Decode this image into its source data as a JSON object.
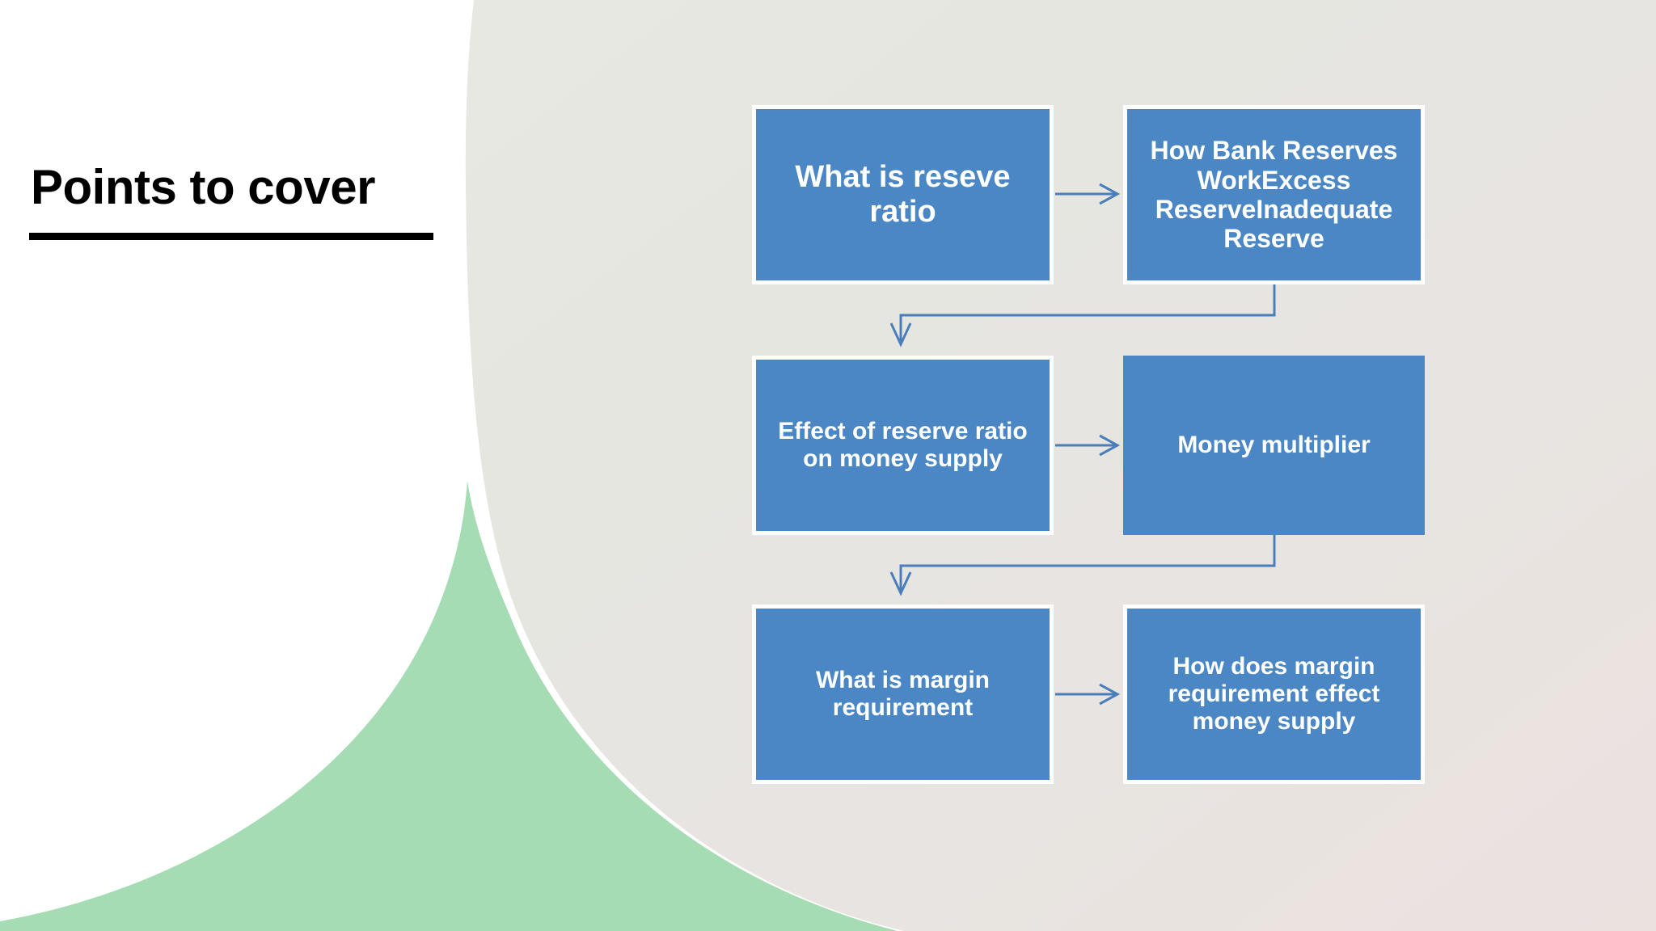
{
  "slide": {
    "title": "Points to cover",
    "background": {
      "left_panel_color": "#FFFFFF",
      "panel_color_top": "#E6E6E0",
      "panel_color_bottom": "#EBE3E1",
      "accent_shape_color": "#A5DCB4"
    },
    "node_fill_color": "#4A87C4",
    "node_text_color": "#FFFFFF",
    "connector_color": "#4A7EBB"
  },
  "chart_data": {
    "type": "diagram",
    "title": "Points to cover",
    "layout": "process-flow 3 rows x 2 columns",
    "nodes": [
      {
        "id": "n1",
        "row": 1,
        "col": 1,
        "label": "What is reseve ratio"
      },
      {
        "id": "n2",
        "row": 1,
        "col": 2,
        "label": "How Bank Reserves WorkExcess ReserveInadequate Reserve"
      },
      {
        "id": "n3",
        "row": 2,
        "col": 1,
        "label": "Effect of reserve ratio on money supply"
      },
      {
        "id": "n4",
        "row": 2,
        "col": 2,
        "label": "Money multiplier"
      },
      {
        "id": "n5",
        "row": 3,
        "col": 1,
        "label": "What is margin requirement"
      },
      {
        "id": "n6",
        "row": 3,
        "col": 2,
        "label": "How does margin requirement effect money supply"
      }
    ],
    "edges": [
      {
        "from": "n1",
        "to": "n2",
        "style": "straight-arrow-right"
      },
      {
        "from": "n2",
        "to": "n3",
        "style": "elbow-arrow-down-left"
      },
      {
        "from": "n3",
        "to": "n4",
        "style": "straight-arrow-right"
      },
      {
        "from": "n4",
        "to": "n5",
        "style": "elbow-arrow-down-left"
      },
      {
        "from": "n5",
        "to": "n6",
        "style": "straight-arrow-right"
      }
    ]
  }
}
